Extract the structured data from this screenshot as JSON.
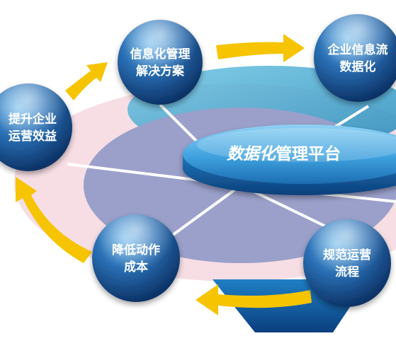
{
  "hub": {
    "title_emphasis": "数据化",
    "title_rest": "管理平台"
  },
  "nodes": [
    {
      "id": "info",
      "line1": "信息化管理",
      "line2": "解决方案"
    },
    {
      "id": "enterprise",
      "line1": "企业信息流",
      "line2": "数据化"
    },
    {
      "id": "benefit",
      "line1": "提升企业",
      "line2": "运营效益"
    },
    {
      "id": "cost",
      "line1": "降低动作",
      "line2": "成本"
    },
    {
      "id": "process",
      "line1": "规范运营",
      "line2": "流程"
    }
  ],
  "colors": {
    "arrow": "#f6c400",
    "node_dark": "#0d3f7a",
    "node_light": "#5fa4dc",
    "hub_top": "#5bb3e6",
    "disc_teal": "#2f9fc8",
    "disc_purple": "#8a8fbf",
    "disc_pink": "#f2c9d4"
  }
}
